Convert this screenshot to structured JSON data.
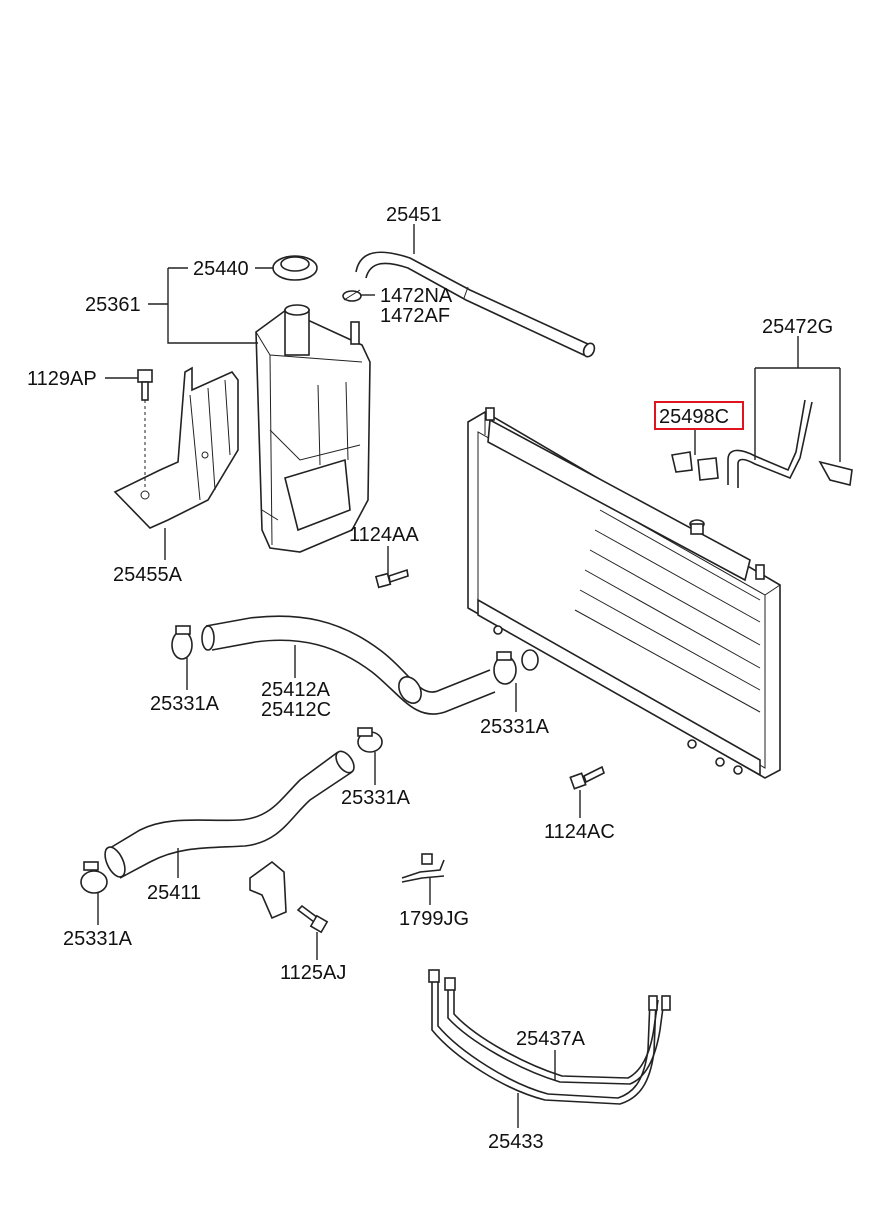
{
  "diagram": {
    "highlight_color": "#e0141e",
    "labels": {
      "p25451": "25451",
      "p25440": "25440",
      "p25361": "25361",
      "p1472NA": "1472NA",
      "p1472AF": "1472AF",
      "p25472G": "25472G",
      "p1129AP": "1129AP",
      "p25498C": "25498C",
      "p1124AA": "1124AA",
      "p25455A": "25455A",
      "p25331A_1": "25331A",
      "p25412A": "25412A",
      "p25412C": "25412C",
      "p25331A_2": "25331A",
      "p25331A_3": "25331A",
      "p1124AC": "1124AC",
      "p25411": "25411",
      "p1799JG": "1799JG",
      "p25331A_4": "25331A",
      "p1125AJ": "1125AJ",
      "p25437A": "25437A",
      "p25433": "25433"
    }
  }
}
